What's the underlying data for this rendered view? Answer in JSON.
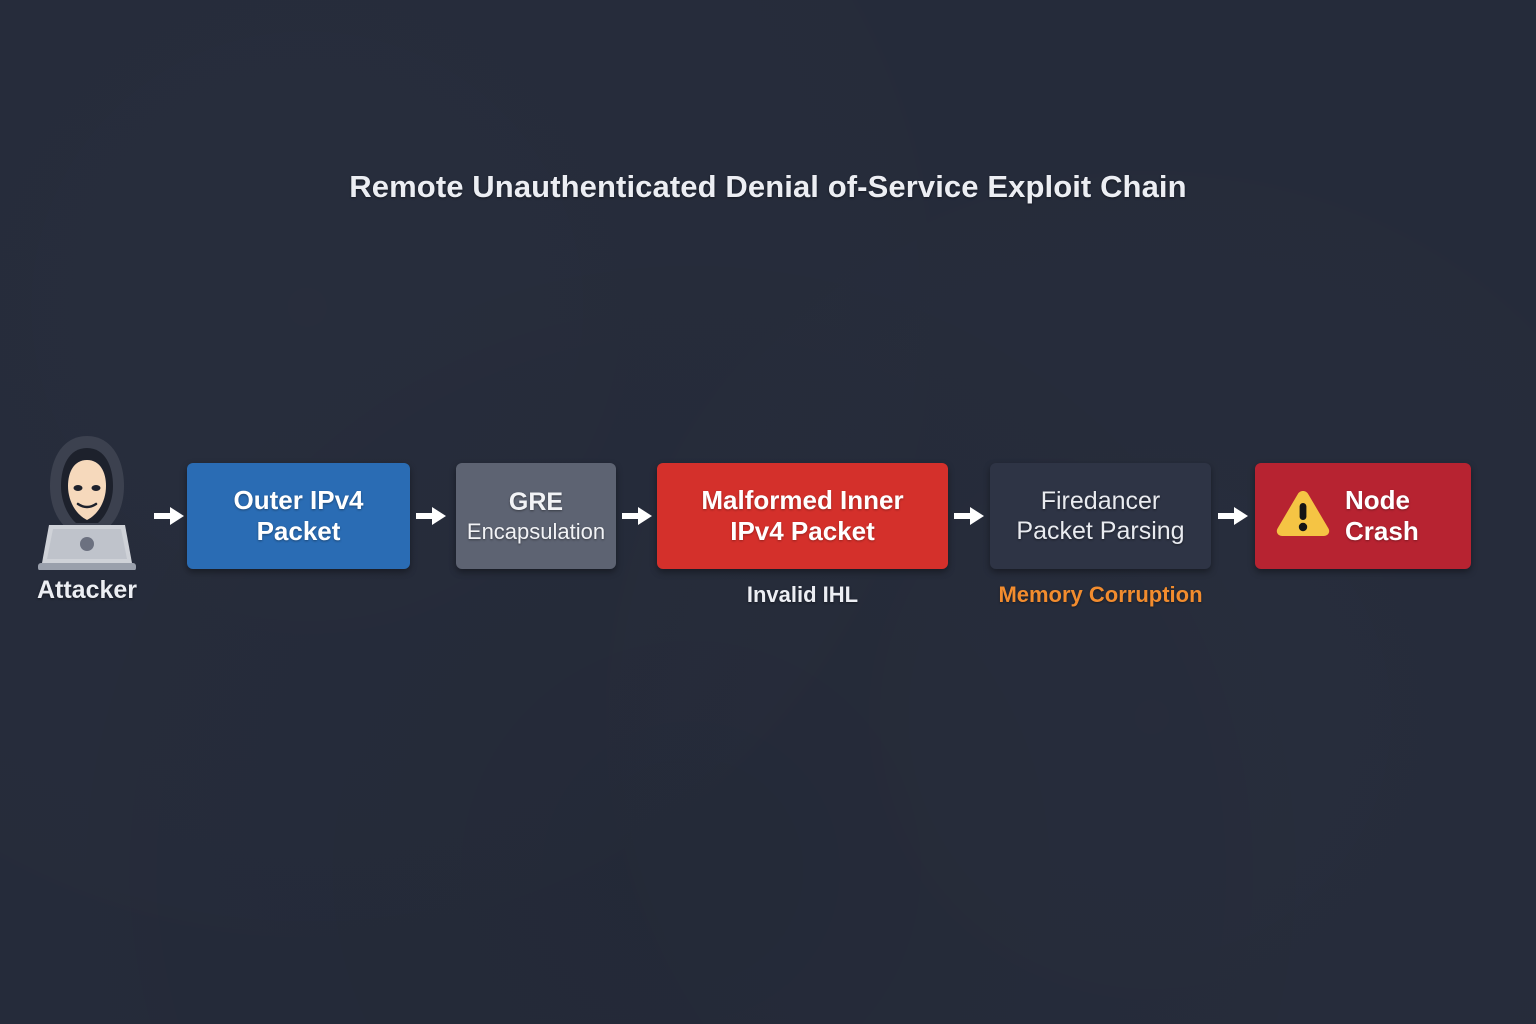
{
  "diagram": {
    "title": "Remote Unauthenticated Denial of-Service Exploit Chain",
    "background_color": "#252b3a",
    "actor": {
      "icon": "hacker-hoodie-laptop-icon",
      "label": "Attacker"
    },
    "nodes": [
      {
        "id": "outer-ipv4-packet",
        "line1": "Outer IPv4",
        "line2": "Packet",
        "color": "#2a6cb4",
        "caption": null
      },
      {
        "id": "gre-encapsulation",
        "line1": "GRE",
        "line2": "Encapsulation",
        "color": "#5d6372",
        "caption": null
      },
      {
        "id": "malformed-inner-ipv4-packet",
        "line1": "Malformed Inner",
        "line2": "IPv4 Packet",
        "color": "#d4302b",
        "caption": "Invalid IHL",
        "caption_color": "#eceef3"
      },
      {
        "id": "firedancer-packet-parsing",
        "line1": "Firedancer",
        "line2": "Packet Parsing",
        "color": "#2e3445",
        "caption": "Memory Corruption",
        "caption_color": "#f28c2e"
      },
      {
        "id": "node-crash",
        "icon": "warning-triangle-icon",
        "line1": "Node",
        "line2": "Crash",
        "color": "#b72331",
        "caption": null
      }
    ],
    "arrow_count": 5,
    "arrow_color": "#ffffff"
  }
}
